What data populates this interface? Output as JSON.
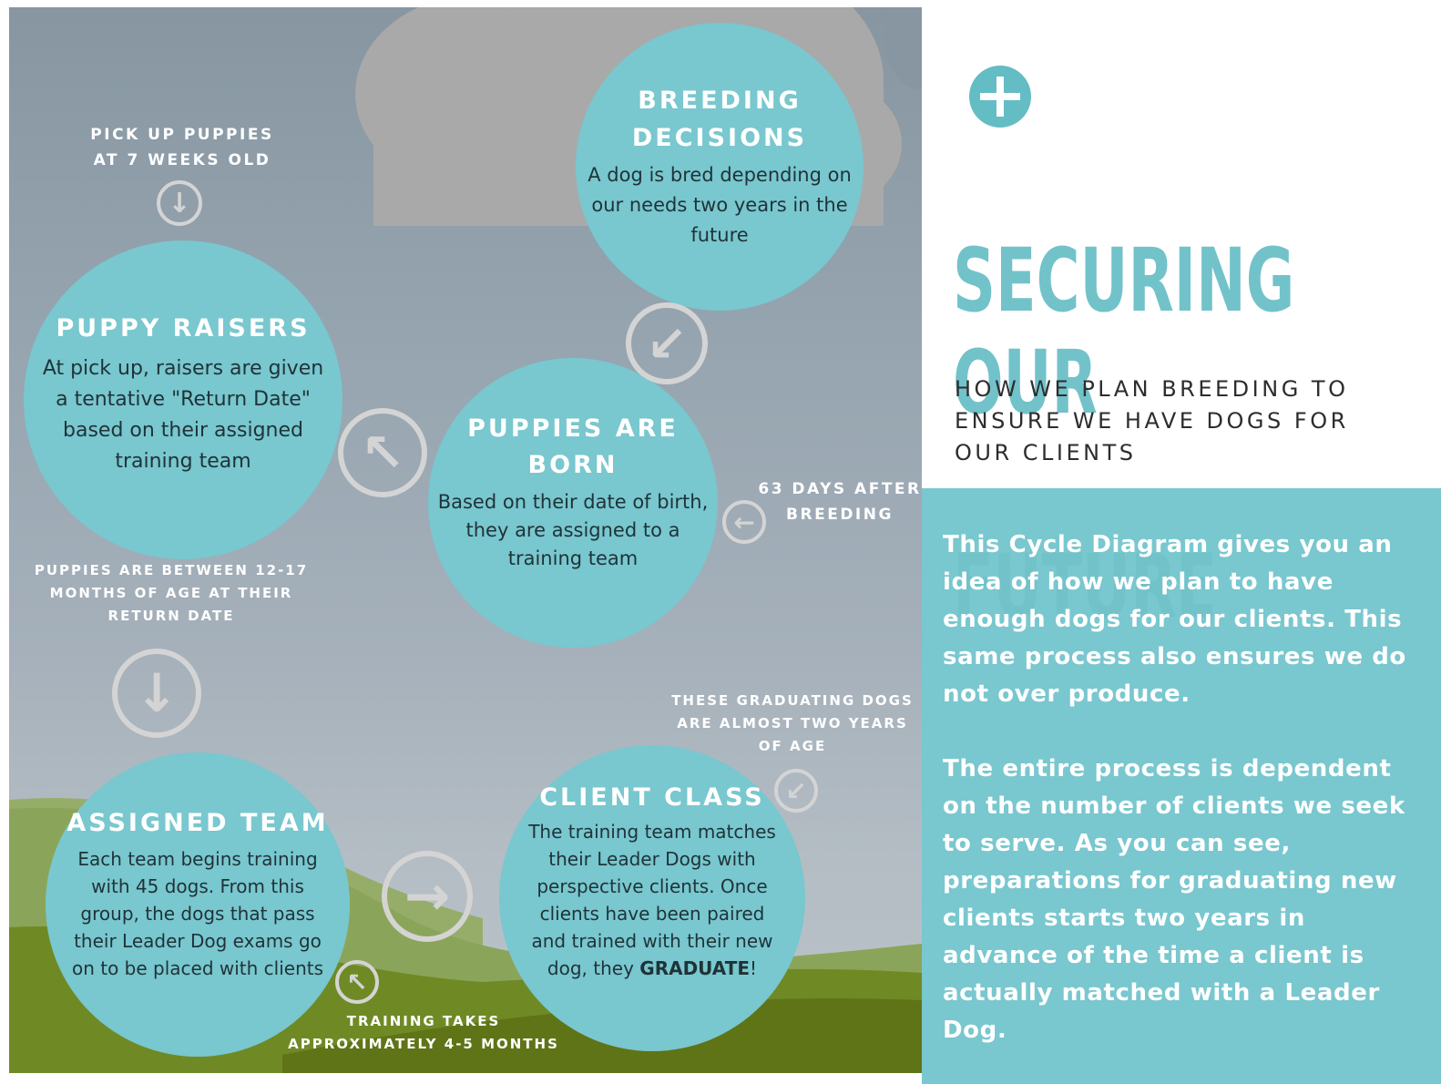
{
  "diagram": {
    "stages": {
      "breeding": {
        "title_line1": "BREEDING",
        "title_line2": "DECISIONS",
        "text_line1": "A dog is bred depending on",
        "text_line2": "our needs two years in the",
        "text_line3": "future"
      },
      "puppies_born": {
        "title_line1": "PUPPIES ARE",
        "title_line2": "BORN",
        "text_line1": "Based on their date of birth,",
        "text_line2": "they are assigned to a",
        "text_line3": "training team"
      },
      "puppy_raisers": {
        "title": "PUPPY RAISERS",
        "text_line1": "At pick up, raisers are given",
        "text_line2": "a tentative \"Return Date\"",
        "text_line3": "based on their assigned",
        "text_line4": "training team"
      },
      "assigned_team": {
        "title": "ASSIGNED TEAM",
        "text_line1": "Each team begins training",
        "text_line2": "with 45 dogs.  From this",
        "text_line3": "group, the dogs that pass",
        "text_line4": "their  Leader Dog exams go",
        "text_line5": "on to be placed with clients"
      },
      "client_class": {
        "title": "CLIENT CLASS",
        "text_line1": "The training team matches",
        "text_line2": "their Leader Dogs with",
        "text_line3": "perspective clients.  Once",
        "text_line4": "clients have been paired",
        "text_line5": "and trained with their new",
        "text_line6_pre": "dog, they ",
        "text_line6_bold": "GRADUATE",
        "text_line6_post": "!"
      }
    },
    "notes": {
      "pick_up_line1": "PICK UP PUPPIES",
      "pick_up_line2": "AT 7 WEEKS OLD",
      "days_line1": "63 DAYS AFTER",
      "days_line2": "BREEDING",
      "age_line1": "PUPPIES ARE BETWEEN 12-17",
      "age_line2": "MONTHS OF AGE AT THEIR",
      "age_line3": "RETURN DATE",
      "graduating_line1": "THESE GRADUATING DOGS",
      "graduating_line2": "ARE ALMOST TWO YEARS",
      "graduating_line3": "OF AGE",
      "training_line1": "TRAINING TAKES",
      "training_line2": "APPROXIMATELY 4-5 MONTHS"
    },
    "arrow_glyphs": {
      "down": "↓",
      "down_left": "↙",
      "left": "←",
      "up_left": "↖",
      "right": "→"
    }
  },
  "sidebar": {
    "title_line1": "SECURING OUR",
    "title_line2": "FUTURE",
    "subtitle_line1": "HOW WE PLAN BREEDING TO",
    "subtitle_line2": "ENSURE WE HAVE DOGS FOR",
    "subtitle_line3": "OUR CLIENTS",
    "para1": [
      "This Cycle Diagram gives you an",
      "idea of how we plan to have",
      "enough dogs for our clients.  This",
      "same process also ensures we do",
      "not over produce."
    ],
    "para2": [
      "The entire process is dependent",
      "on the number of clients we seek",
      "to serve.  As you can see,",
      "preparations for graduating new",
      "clients starts two years in",
      "advance of the time a client is",
      "actually matched with a Leader",
      "Dog."
    ]
  },
  "colors": {
    "teal": "#79c7cf",
    "title_teal": "#72c2ca",
    "arrow_gray": "#d4d4d4",
    "grass_dark": "#5f7417",
    "grass_light": "#8aa55a"
  }
}
